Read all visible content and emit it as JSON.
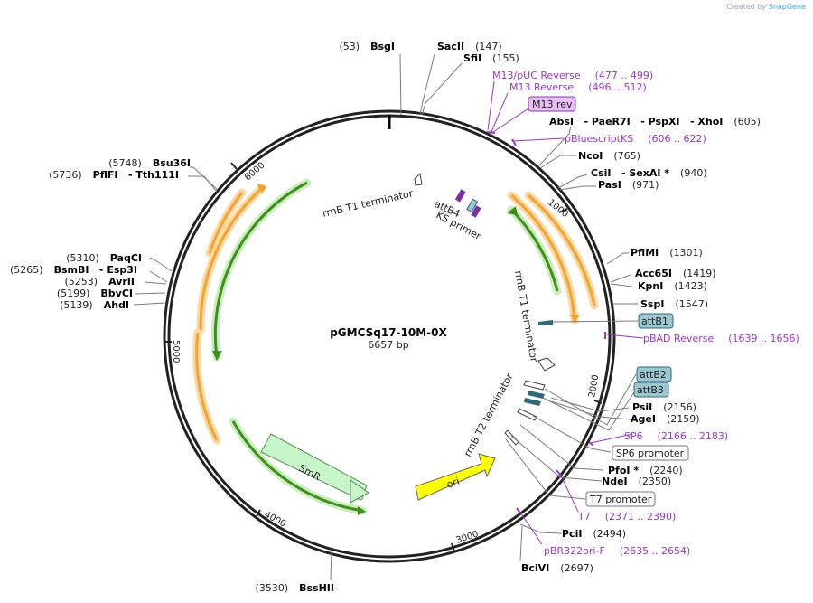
{
  "credit": {
    "prefix": "Created by",
    "brand": "SnapGene"
  },
  "plasmid": {
    "name": "pGMCSq17-10M-0X",
    "length_label": "6657 bp"
  },
  "ticks": [
    "1000",
    "2000",
    "3000",
    "4000",
    "5000",
    "6000"
  ],
  "sites_right": [
    {
      "row": "row1",
      "name": "SacII",
      "pos": "(147)"
    },
    {
      "row": "row2",
      "name": "SfiI",
      "pos": "(155)"
    },
    {
      "row": "row3",
      "name": "AbsI   - PaeR7I   - PspXI   - XhoI",
      "pos": "(605)"
    },
    {
      "row": "row4",
      "name": "NcoI",
      "pos": "(765)"
    },
    {
      "row": "row5",
      "name": "CsiI   - SexAI *",
      "pos": "(940)"
    },
    {
      "row": "row6",
      "name": "PasI",
      "pos": "(971)"
    },
    {
      "row": "row7",
      "name": "PflMI",
      "pos": "(1301)"
    },
    {
      "row": "row8",
      "name": "Acc65I",
      "pos": "(1419)"
    },
    {
      "row": "row9",
      "name": "KpnI",
      "pos": "(1423)"
    },
    {
      "row": "row10",
      "name": "SspI",
      "pos": "(1547)"
    },
    {
      "row": "row11",
      "name": "PsiI",
      "pos": "(2156)"
    },
    {
      "row": "row12",
      "name": "AgeI",
      "pos": "(2159)"
    },
    {
      "row": "row13",
      "name": "PfoI *",
      "pos": "(2240)"
    },
    {
      "row": "row14",
      "name": "NdeI",
      "pos": "(2350)"
    },
    {
      "row": "row15",
      "name": "PciI",
      "pos": "(2494)"
    },
    {
      "row": "row16",
      "name": "BciVI",
      "pos": "(2697)"
    }
  ],
  "sites_left": [
    {
      "row": "l1",
      "name": "BsgI",
      "pos": "(53)"
    },
    {
      "row": "l2",
      "name": "Bsu36I",
      "pos": "(5748)"
    },
    {
      "row": "l3",
      "name": "PflFI   - Tth111I",
      "pos": "(5736)"
    },
    {
      "row": "l4",
      "name": "PaqCI",
      "pos": "(5310)"
    },
    {
      "row": "l5",
      "name": "BsmBI   - Esp3I",
      "pos": "(5265)"
    },
    {
      "row": "l6",
      "name": "AvrII",
      "pos": "(5253)"
    },
    {
      "row": "l7",
      "name": "BbvCI",
      "pos": "(5199)"
    },
    {
      "row": "l8",
      "name": "AhdI",
      "pos": "(5139)"
    },
    {
      "row": "l9",
      "name": "BssHII",
      "pos": "(3530)"
    }
  ],
  "primers": [
    {
      "row": "p1",
      "name": "M13/pUC Reverse",
      "range": "(477 .. 499)"
    },
    {
      "row": "p2",
      "name": "M13 Reverse",
      "range": "(496 .. 512)"
    },
    {
      "row": "p3",
      "name": "pBluescriptKS",
      "range": "(606 .. 622)"
    },
    {
      "row": "p4",
      "name": "pBAD Reverse",
      "range": "(1639 .. 1656)"
    },
    {
      "row": "p5",
      "name": "SP6",
      "range": "(2166 .. 2183)"
    },
    {
      "row": "p6",
      "name": "T7",
      "range": "(2371 .. 2390)"
    },
    {
      "row": "p7",
      "name": "pBR322ori-F",
      "range": "(2635 .. 2654)"
    }
  ],
  "boxed_labels": {
    "m13rev": "M13 rev",
    "attB1": "attB1",
    "attB2": "attB2",
    "attB3": "attB3",
    "sp6_promoter": "SP6 promoter",
    "t7_promoter": "T7 promoter"
  },
  "features": {
    "rrnb_t1_top": "rrnB T1 terminator",
    "attb4": "attB4",
    "ks_primer": "KS primer",
    "rrnb_t1_right": "rrnB T1 terminator",
    "rrnb_t2": "rrnB T2 terminator",
    "smr": "SmR",
    "ori": "ori"
  },
  "colors": {
    "backbone": "#222222",
    "orf_fill": "#f7a229",
    "orf_glow": "#f8d9a8",
    "green_arrow": "#3e8f1c",
    "green_glow": "#c9eebc",
    "smr_fill": "#c7f7c9",
    "ori_fill": "#ffff00",
    "primer": "#9b35c9",
    "att_fill": "#9cc7d1",
    "m13_fill": "#e7bff5"
  }
}
